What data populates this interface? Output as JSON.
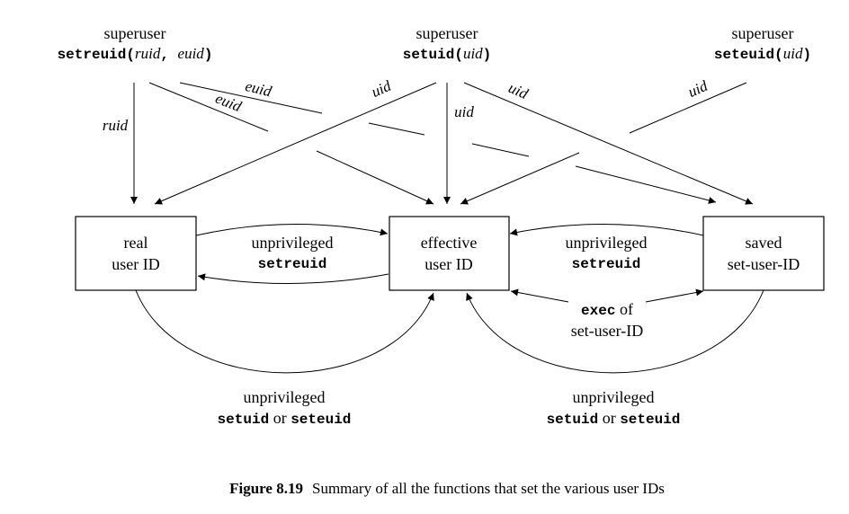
{
  "sources": {
    "setreuid": {
      "title": "superuser",
      "call_name": "setreuid(",
      "arg1": "ruid",
      "sep": ", ",
      "arg2": "euid",
      "close": ")"
    },
    "setuid": {
      "title": "superuser",
      "call_name": "setuid(",
      "arg": "uid",
      "close": ")"
    },
    "seteuid": {
      "title": "superuser",
      "call_name": "seteuid(",
      "arg": "uid",
      "close": ")"
    }
  },
  "edge_labels": {
    "ruid": "ruid",
    "euid_a": "euid",
    "euid_b": "euid",
    "uid_a": "uid",
    "uid_b": "uid",
    "uid_c": "uid",
    "uid_d": "uid"
  },
  "boxes": {
    "real": {
      "line1": "real",
      "line2": "user ID"
    },
    "effective": {
      "line1": "effective",
      "line2": "user ID"
    },
    "saved": {
      "line1": "saved",
      "line2": "set-user-ID"
    }
  },
  "mid_labels": {
    "left_unpriv": "unprivileged",
    "left_call": "setreuid",
    "right_unpriv": "unprivileged",
    "right_call": "setreuid",
    "exec_kw": "exec",
    "exec_of": " of",
    "exec_line2": "set-user-ID"
  },
  "bottom_labels": {
    "left_unpriv": "unprivileged",
    "left_call1": "setuid",
    "left_or": " or ",
    "left_call2": "seteuid",
    "right_unpriv": "unprivileged",
    "right_call1": "setuid",
    "right_or": " or ",
    "right_call2": "seteuid"
  },
  "caption": {
    "label": "Figure 8.19",
    "text": "Summary of all the functions that set the various user IDs"
  }
}
